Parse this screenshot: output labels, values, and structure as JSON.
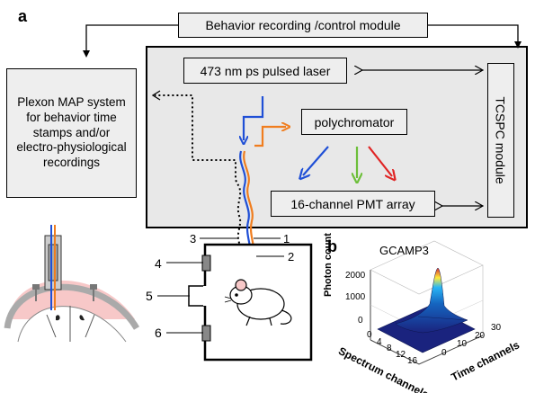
{
  "panels": {
    "a": "a",
    "b": "b"
  },
  "boxes": {
    "behavior_module": "Behavior recording /control module",
    "plexon": "Plexon MAP system for behavior time stamps and/or electro-physiological recordings",
    "laser": "473 nm ps pulsed laser",
    "polychromator": "polychromator",
    "pmt": "16-channel PMT array",
    "tcspc": "TCSPC module"
  },
  "box_labels": {
    "n1": "1",
    "n2": "2",
    "n3": "3",
    "n4": "4",
    "n5": "5",
    "n6": "6"
  },
  "plot": {
    "title": "GCAMP3",
    "zlabel": "Photon count",
    "z_ticks": [
      "2000",
      "1000",
      "0"
    ],
    "xlabel": "Spectrum channels",
    "x_ticks": [
      "0",
      "4",
      "8",
      "12",
      "16"
    ],
    "ylabel": "Time channels",
    "y_ticks": [
      "0",
      "10",
      "20",
      "30"
    ]
  },
  "colors": {
    "blue": "#1f4fd6",
    "orange": "#f07d1e",
    "green": "#6dbf3a",
    "red": "#e02424",
    "gray_box": "#eeeeee",
    "large_panel": "#e8e8e8",
    "skull_pink": "#f7c8c8"
  }
}
